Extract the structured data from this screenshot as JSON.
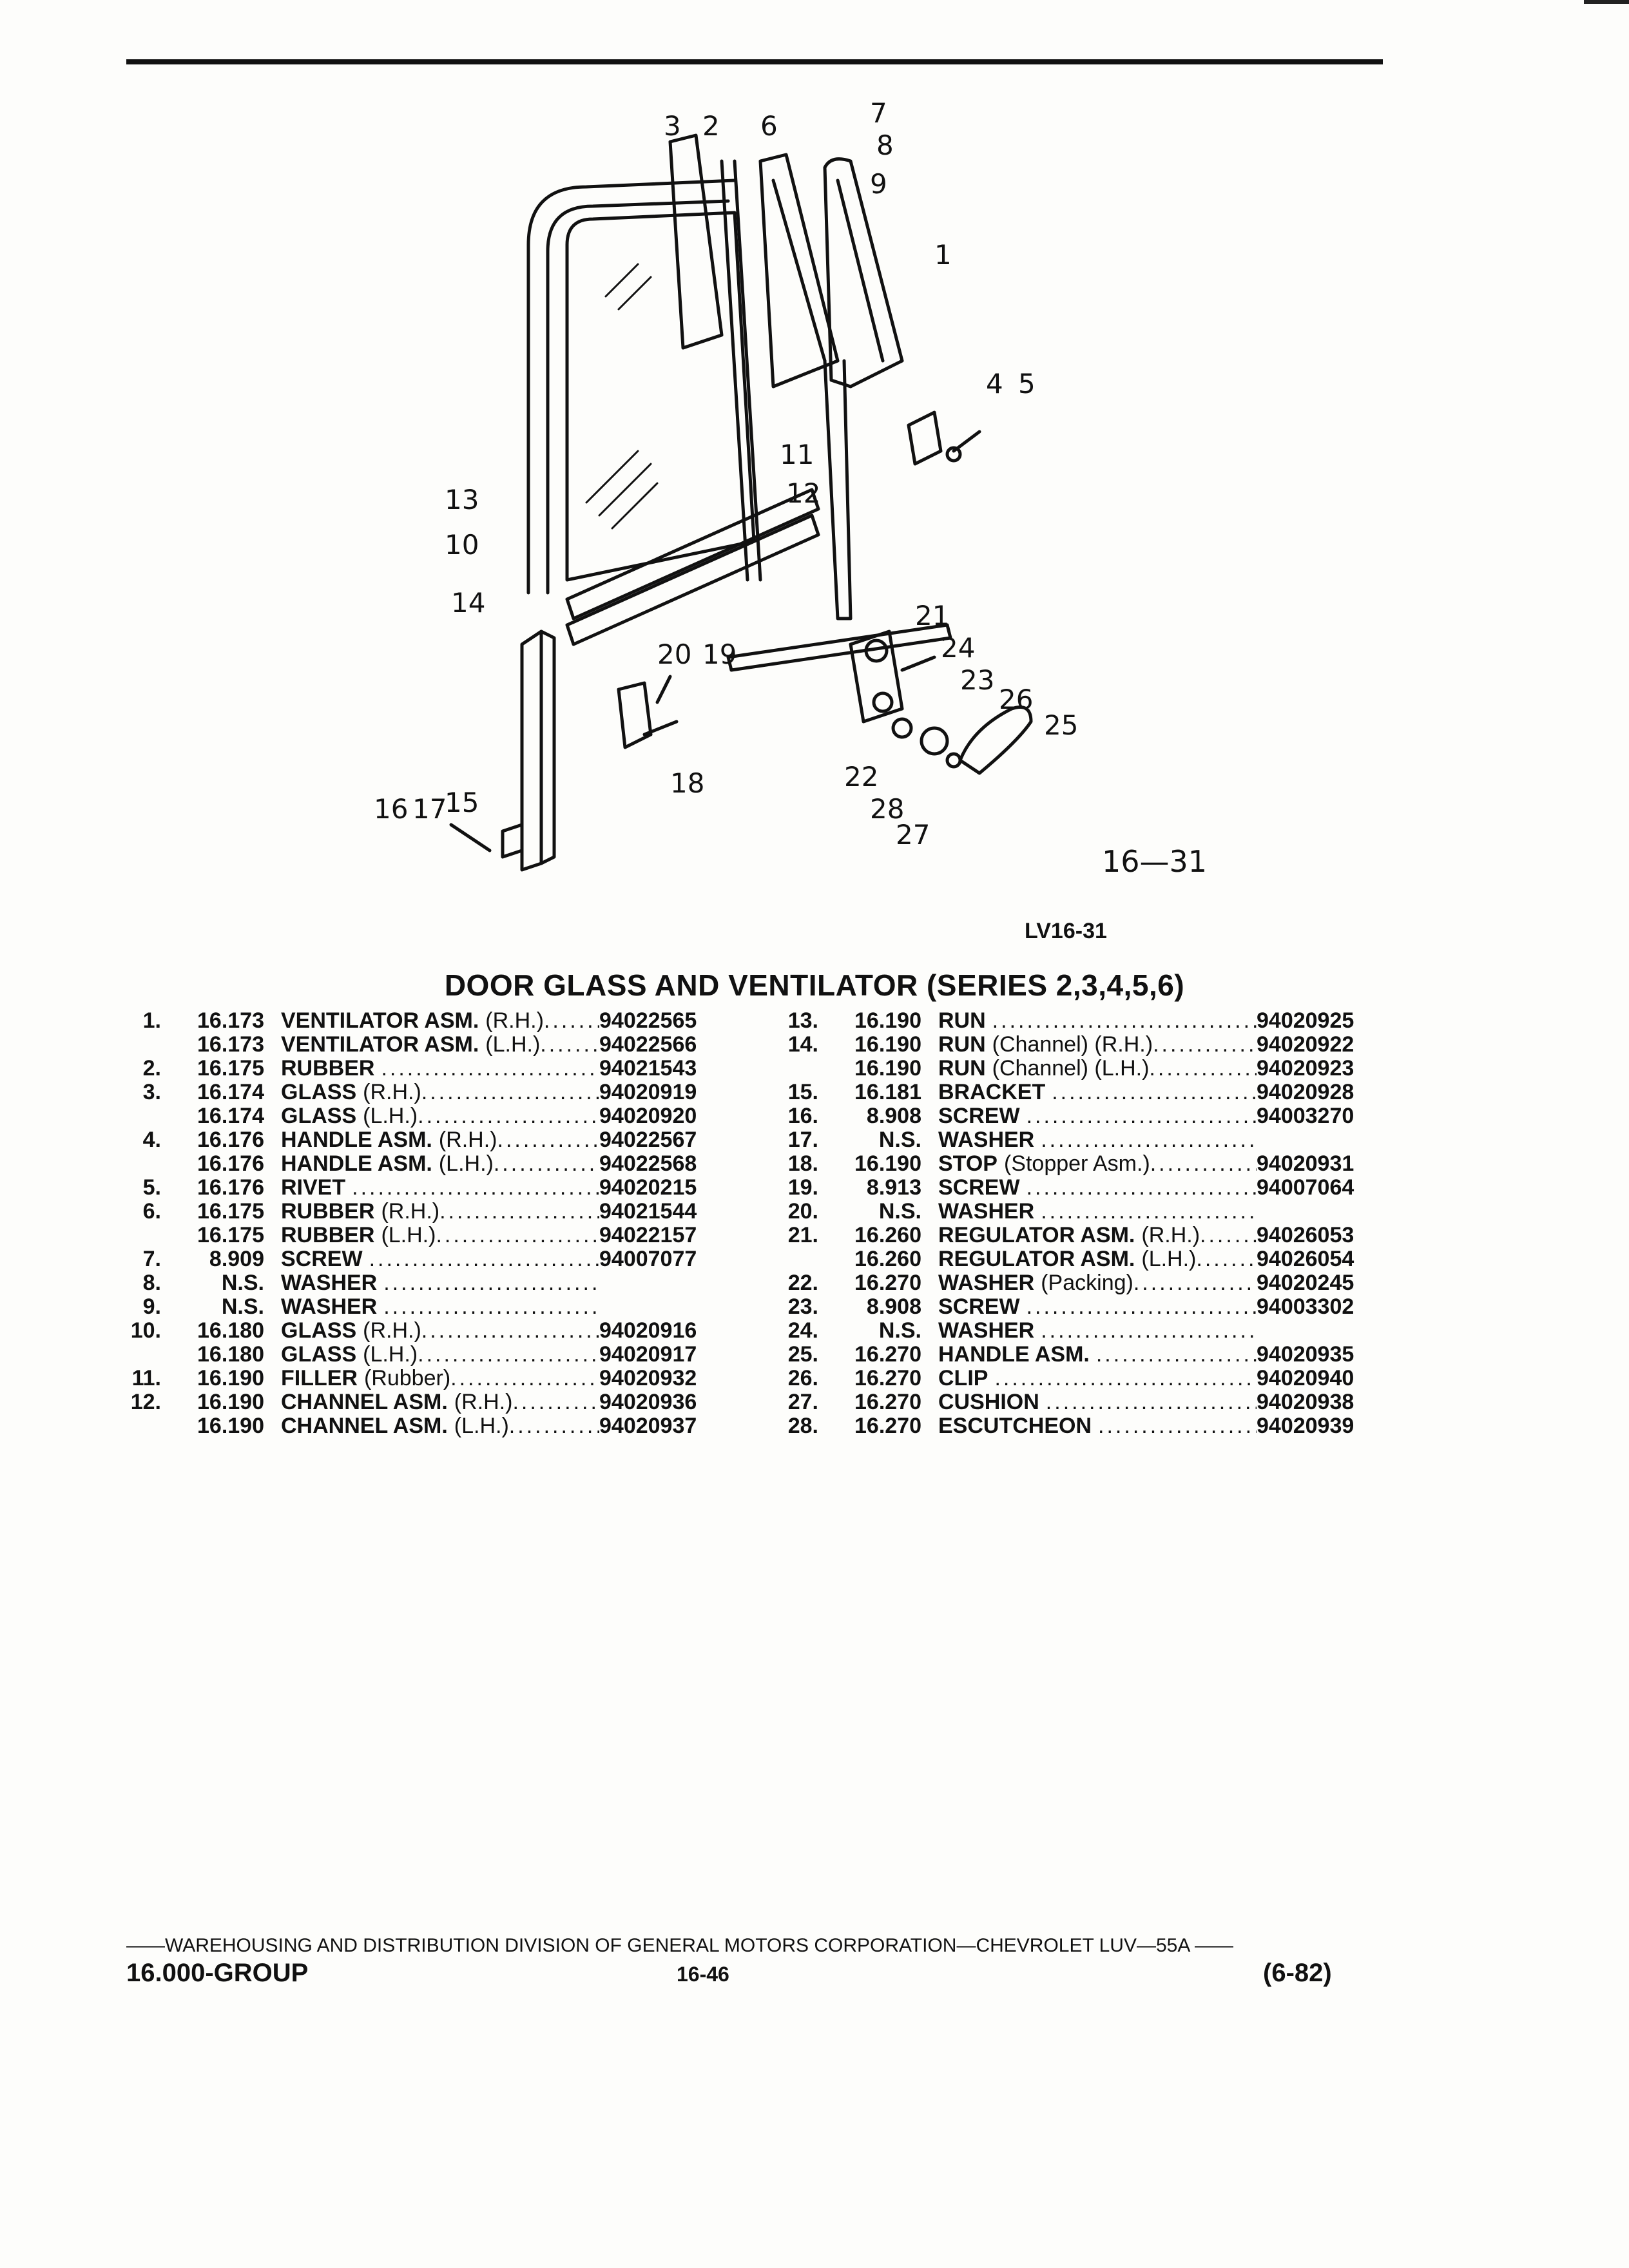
{
  "figure": {
    "callouts": [
      "3",
      "2",
      "6",
      "7",
      "8",
      "9",
      "1",
      "4",
      "5",
      "13",
      "10",
      "11",
      "12",
      "14",
      "21",
      "24",
      "23",
      "20",
      "19",
      "26",
      "25",
      "18",
      "22",
      "28",
      "27",
      "16",
      "17",
      "15"
    ],
    "figure_number": "16—31",
    "figure_code": "LV16-31"
  },
  "title": "DOOR GLASS AND VENTILATOR (SERIES 2,3,4,5,6)",
  "parts_left": [
    {
      "num": "1.",
      "group": "16.173",
      "name": "VENTILATOR ASM.",
      "note": "(R.H.)",
      "part_no": "94022565"
    },
    {
      "num": "",
      "group": "16.173",
      "name": "VENTILATOR ASM.",
      "note": "(L.H.)",
      "part_no": "94022566"
    },
    {
      "num": "2.",
      "group": "16.175",
      "name": "RUBBER",
      "note": "",
      "part_no": "94021543"
    },
    {
      "num": "3.",
      "group": "16.174",
      "name": "GLASS",
      "note": "(R.H.)",
      "part_no": "94020919"
    },
    {
      "num": "",
      "group": "16.174",
      "name": "GLASS",
      "note": "(L.H.)",
      "part_no": "94020920"
    },
    {
      "num": "4.",
      "group": "16.176",
      "name": "HANDLE ASM.",
      "note": "(R.H.)",
      "part_no": "94022567"
    },
    {
      "num": "",
      "group": "16.176",
      "name": "HANDLE ASM.",
      "note": "(L.H.)",
      "part_no": "94022568"
    },
    {
      "num": "5.",
      "group": "16.176",
      "name": "RIVET",
      "note": "",
      "part_no": "94020215"
    },
    {
      "num": "6.",
      "group": "16.175",
      "name": "RUBBER",
      "note": "(R.H.)",
      "part_no": "94021544"
    },
    {
      "num": "",
      "group": "16.175",
      "name": "RUBBER",
      "note": "(L.H.)",
      "part_no": "94022157"
    },
    {
      "num": "7.",
      "group": "8.909",
      "name": "SCREW",
      "note": "",
      "part_no": "94007077"
    },
    {
      "num": "8.",
      "group": "N.S.",
      "name": "WASHER",
      "note": "",
      "part_no": ""
    },
    {
      "num": "9.",
      "group": "N.S.",
      "name": "WASHER",
      "note": "",
      "part_no": ""
    },
    {
      "num": "10.",
      "group": "16.180",
      "name": "GLASS",
      "note": "(R.H.)",
      "part_no": "94020916"
    },
    {
      "num": "",
      "group": "16.180",
      "name": "GLASS",
      "note": "(L.H.)",
      "part_no": "94020917"
    },
    {
      "num": "11.",
      "group": "16.190",
      "name": "FILLER",
      "note": "(Rubber)",
      "part_no": "94020932"
    },
    {
      "num": "12.",
      "group": "16.190",
      "name": "CHANNEL ASM.",
      "note": "(R.H.)",
      "part_no": "94020936"
    },
    {
      "num": "",
      "group": "16.190",
      "name": "CHANNEL ASM.",
      "note": "(L.H.)",
      "part_no": "94020937"
    }
  ],
  "parts_right": [
    {
      "num": "13.",
      "group": "16.190",
      "name": "RUN",
      "note": "",
      "part_no": "94020925"
    },
    {
      "num": "14.",
      "group": "16.190",
      "name": "RUN",
      "note": "(Channel) (R.H.)",
      "part_no": "94020922"
    },
    {
      "num": "",
      "group": "16.190",
      "name": "RUN",
      "note": "(Channel) (L.H.)",
      "part_no": "94020923"
    },
    {
      "num": "15.",
      "group": "16.181",
      "name": "BRACKET",
      "note": "",
      "part_no": "94020928"
    },
    {
      "num": "16.",
      "group": "8.908",
      "name": "SCREW",
      "note": "",
      "part_no": "94003270"
    },
    {
      "num": "17.",
      "group": "N.S.",
      "name": "WASHER",
      "note": "",
      "part_no": ""
    },
    {
      "num": "18.",
      "group": "16.190",
      "name": "STOP",
      "note": "(Stopper Asm.)",
      "part_no": "94020931"
    },
    {
      "num": "19.",
      "group": "8.913",
      "name": "SCREW",
      "note": "",
      "part_no": "94007064"
    },
    {
      "num": "20.",
      "group": "N.S.",
      "name": "WASHER",
      "note": "",
      "part_no": ""
    },
    {
      "num": "21.",
      "group": "16.260",
      "name": "REGULATOR ASM.",
      "note": "(R.H.)",
      "part_no": "94026053"
    },
    {
      "num": "",
      "group": "16.260",
      "name": "REGULATOR ASM.",
      "note": "(L.H.)",
      "part_no": "94026054"
    },
    {
      "num": "22.",
      "group": "16.270",
      "name": "WASHER",
      "note": "(Packing)",
      "part_no": "94020245"
    },
    {
      "num": "23.",
      "group": "8.908",
      "name": "SCREW",
      "note": "",
      "part_no": "94003302"
    },
    {
      "num": "24.",
      "group": "N.S.",
      "name": "WASHER",
      "note": "",
      "part_no": ""
    },
    {
      "num": "25.",
      "group": "16.270",
      "name": "HANDLE ASM.",
      "note": "",
      "part_no": "94020935"
    },
    {
      "num": "26.",
      "group": "16.270",
      "name": "CLIP",
      "note": "",
      "part_no": "94020940"
    },
    {
      "num": "27.",
      "group": "16.270",
      "name": "CUSHION",
      "note": "",
      "part_no": "94020938"
    },
    {
      "num": "28.",
      "group": "16.270",
      "name": "ESCUTCHEON",
      "note": "",
      "part_no": "94020939"
    }
  ],
  "footer": {
    "line": "——WAREHOUSING AND DISTRIBUTION DIVISION OF GENERAL MOTORS CORPORATION—CHEVROLET LUV—55A ——",
    "group": "16.000-GROUP",
    "page": "16-46",
    "date": "(6-82)"
  }
}
